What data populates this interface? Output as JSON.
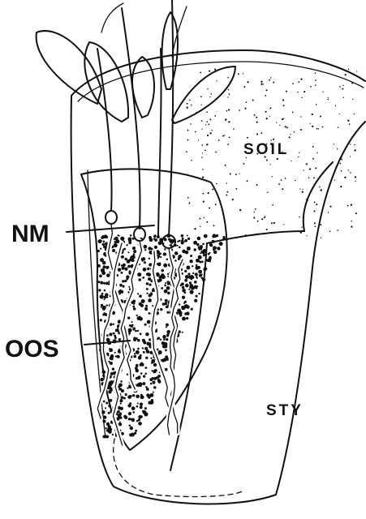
{
  "labels": {
    "soil": "SOIL",
    "nm": "NM",
    "oos": "OOS",
    "sty": "STY"
  },
  "colors": {
    "ink": "#111111",
    "paper": "#ffffff"
  }
}
